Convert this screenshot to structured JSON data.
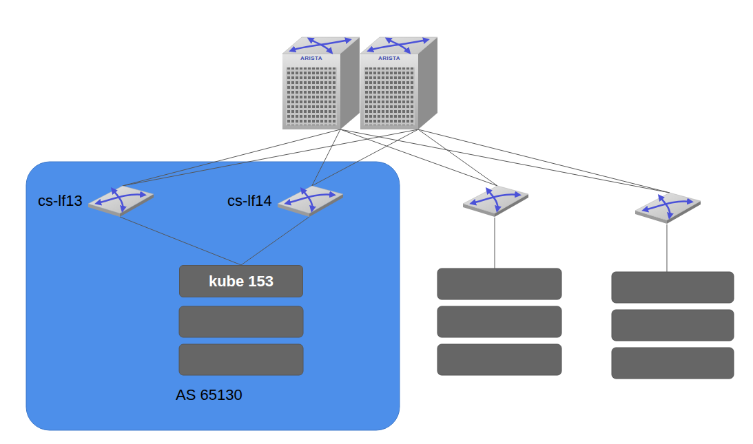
{
  "diagram": {
    "nodes": [
      {
        "text": [
          "ARISTA"
        ]
      },
      {
        "text": [
          "ARISTA"
        ]
      },
      {
        "text": [
          "AS 65130"
        ]
      },
      {
        "text": [
          "cs-lf13"
        ],
        "in": 2
      },
      {
        "text": [
          "cs-lf14"
        ],
        "in": 2
      },
      {
        "text": [
          "kube 153"
        ],
        "in": 2
      }
    ],
    "edges": [
      {
        "from": 0,
        "to": 3,
        "arrow": "none"
      },
      {
        "from": 0,
        "to": 4,
        "arrow": "none"
      },
      {
        "from": 1,
        "to": 3,
        "arrow": "none"
      },
      {
        "from": 1,
        "to": 4,
        "arrow": "none"
      },
      {
        "from": 3,
        "to": 5,
        "arrow": "none"
      },
      {
        "from": 4,
        "to": 5,
        "arrow": "none"
      }
    ]
  }
}
